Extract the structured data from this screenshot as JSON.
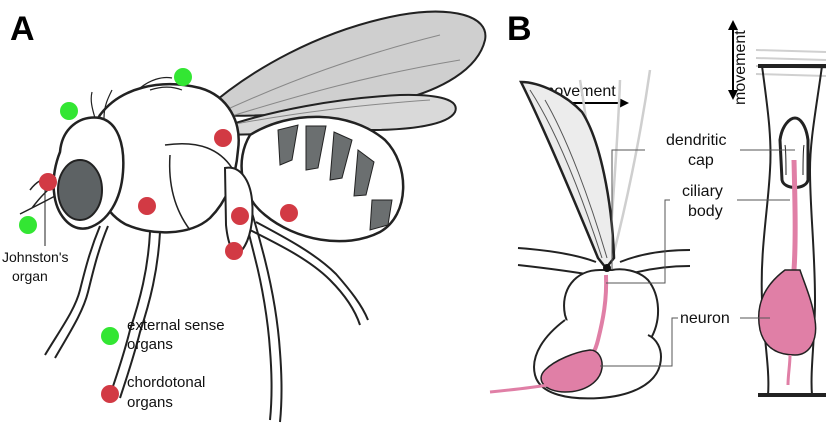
{
  "panels": {
    "a": {
      "letter": "A",
      "label_johnstons_line1": "Johnston's",
      "label_johnstons_line2": "organ",
      "legend": {
        "external_line1": "external sense",
        "external_line2": "organs",
        "chordotonal_line1": "chordotonal",
        "chordotonal_line2": "organs"
      }
    },
    "b": {
      "letter": "B",
      "movement_horizontal": "movement",
      "movement_vertical": "movement",
      "label_dendritic_line1": "dendritic",
      "label_dendritic_line2": "cap",
      "label_ciliary_line1": "ciliary",
      "label_ciliary_line2": "body",
      "label_neuron": "neuron"
    }
  },
  "colors": {
    "external_sense": "#33e633",
    "chordotonal": "#d23a44",
    "neuron_pink": "#e07fa6",
    "wing_gray": "#cfcfcf",
    "stripe_gray": "#6b6f70",
    "eye_gray": "#5d6264"
  }
}
